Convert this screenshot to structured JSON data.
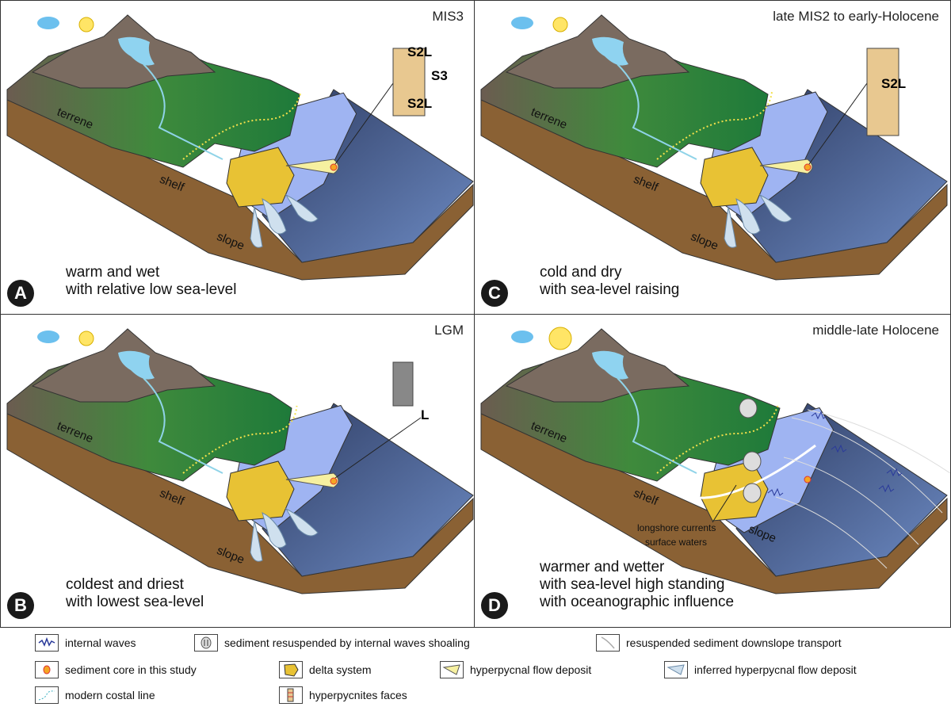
{
  "panels": [
    {
      "id": "A",
      "title": "MIS3",
      "caption": [
        "warm and wet",
        "with relative low sea-level"
      ],
      "labels": {
        "terrene": "terrene",
        "shelf": "shelf",
        "slope": "slope"
      },
      "column": [
        "S2L",
        "S3",
        "S2L"
      ]
    },
    {
      "id": "C",
      "title": "late MIS2 to early-Holocene",
      "caption": [
        "cold and dry",
        "with sea-level raising"
      ],
      "labels": {
        "terrene": "terrene",
        "shelf": "shelf",
        "slope": "slope"
      },
      "column": [
        "S2L"
      ]
    },
    {
      "id": "B",
      "title": "LGM",
      "caption": [
        "coldest and driest",
        "with lowest sea-level"
      ],
      "labels": {
        "terrene": "terrene",
        "shelf": "shelf",
        "slope": "slope"
      },
      "column": [
        "L"
      ]
    },
    {
      "id": "D",
      "title": "middle-late Holocene",
      "caption": [
        "warmer and wetter",
        "with sea-level high standing",
        "with oceanographic influence"
      ],
      "labels": {
        "terrene": "terrene",
        "shelf": "shelf",
        "slope": "slope"
      },
      "annotation": [
        "longshore currents",
        "surface waters"
      ]
    }
  ],
  "legend": [
    {
      "icon": "internal-waves-icon",
      "label": "internal waves"
    },
    {
      "icon": "sediment-resuspended-icon",
      "label": "sediment resuspended by internal waves shoaling"
    },
    {
      "icon": "downslope-transport-icon",
      "label": "resuspended sediment downslope transport"
    },
    {
      "icon": "sediment-core-icon",
      "label": "sediment core in this study"
    },
    {
      "icon": "delta-system-icon",
      "label": "delta system"
    },
    {
      "icon": "hyperpycnal-deposit-icon",
      "label": "hyperpycnal flow deposit"
    },
    {
      "icon": "inferred-hyperpycnal-icon",
      "label": "inferred hyperpycnal flow deposit"
    },
    {
      "icon": "coastal-line-icon",
      "label": "modern costal line"
    },
    {
      "icon": "hyperpycnites-faces-icon",
      "label": "hyperpycnites faces"
    }
  ],
  "colors": {
    "land": "#2f8a3a",
    "mountain": "#7a6b60",
    "shallow": "#9fb4f2",
    "deep": "#3d4f7a",
    "earth": "#8a6134",
    "delta": "#e8c234"
  }
}
